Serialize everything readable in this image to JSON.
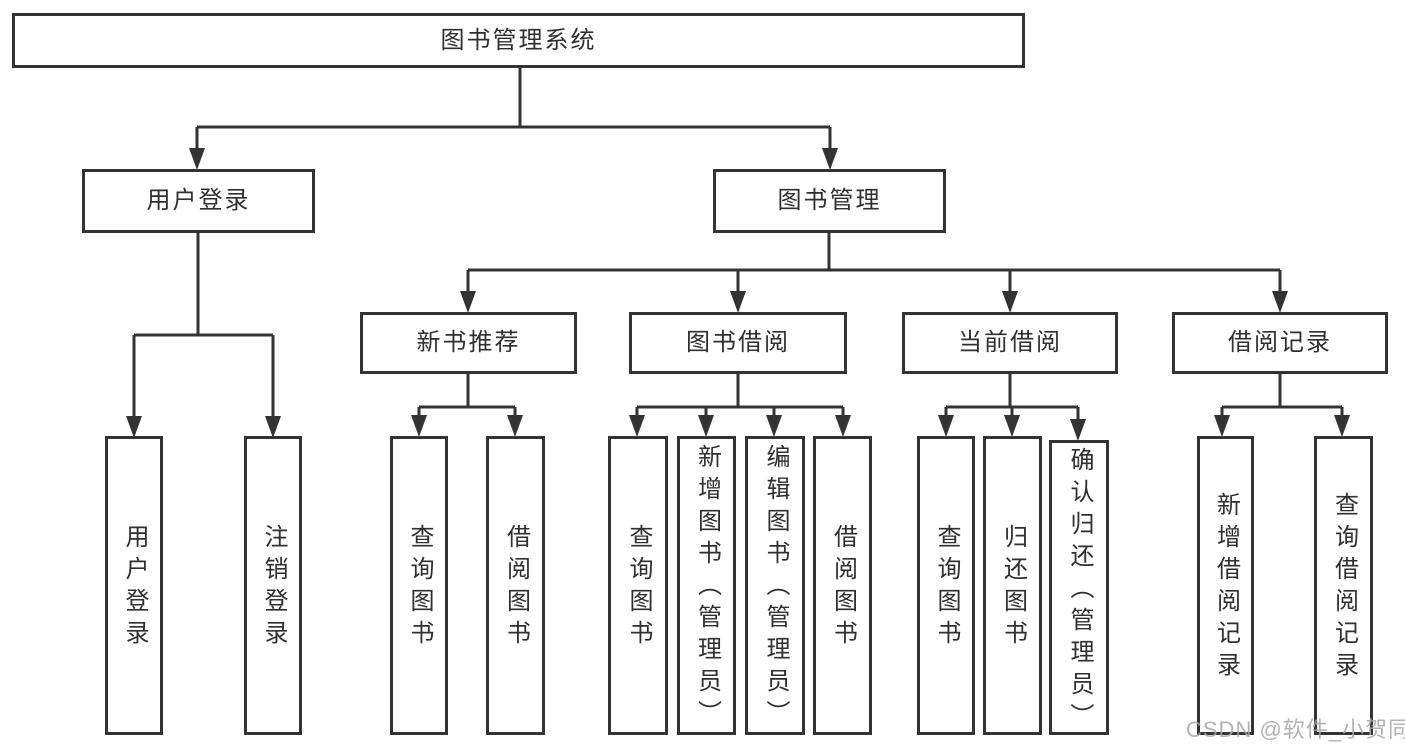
{
  "colors": {
    "background": "#ffffff",
    "box_border": "#333333",
    "line": "#333333",
    "text": "#2f2f2f",
    "watermark": "#a6a6a6"
  },
  "watermark": {
    "text": "CSDN @软件_小贺同学"
  },
  "tree": {
    "label": "图书管理系统",
    "children": [
      {
        "label": "用户登录",
        "children": [
          {
            "label": "用户登录"
          },
          {
            "label": "注销登录"
          }
        ]
      },
      {
        "label": "图书管理",
        "children": [
          {
            "label": "新书推荐",
            "children": [
              {
                "label": "查询图书"
              },
              {
                "label": "借阅图书"
              }
            ]
          },
          {
            "label": "图书借阅",
            "children": [
              {
                "label": "查询图书"
              },
              {
                "label": "新增图书（管理员）"
              },
              {
                "label": "编辑图书（管理员）"
              },
              {
                "label": "借阅图书"
              }
            ]
          },
          {
            "label": "当前借阅",
            "children": [
              {
                "label": "查询图书"
              },
              {
                "label": "归还图书"
              },
              {
                "label": "确认归还（管理员）"
              }
            ]
          },
          {
            "label": "借阅记录",
            "children": [
              {
                "label": "新增借阅记录"
              },
              {
                "label": "查询借阅记录"
              }
            ]
          }
        ]
      }
    ]
  }
}
